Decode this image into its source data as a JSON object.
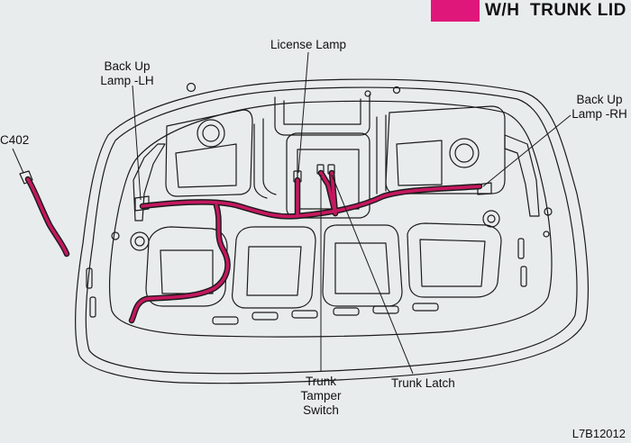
{
  "header": {
    "title": "W/H  TRUNK LID",
    "swatch_color": "#e0177a"
  },
  "wire_color": "#c4185f",
  "labels": {
    "license_lamp": "License Lamp",
    "backup_lh_line1": "Back Up",
    "backup_lh_line2": "Lamp -LH",
    "backup_rh_line1": "Back Up",
    "backup_rh_line2": "Lamp -RH",
    "c402": "C402",
    "tamper_line1": "Trunk",
    "tamper_line2": "Tamper",
    "tamper_line3": "Switch",
    "trunk_latch": "Trunk Latch"
  },
  "figure_code": "L7B12012"
}
